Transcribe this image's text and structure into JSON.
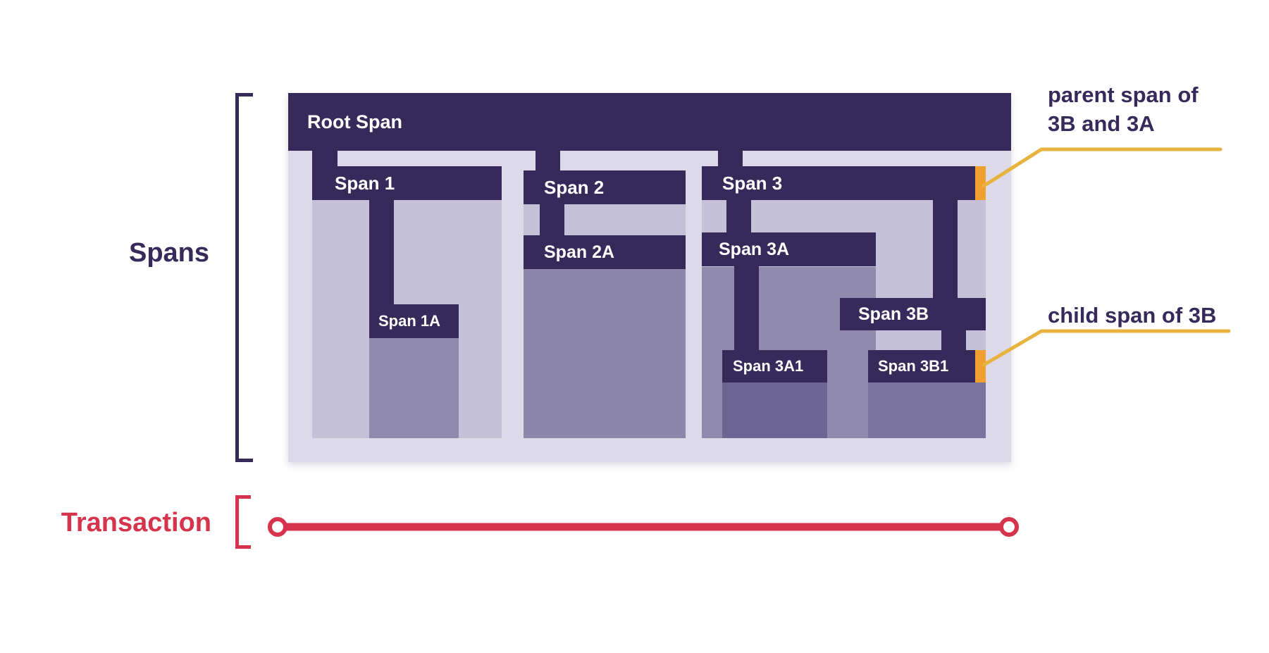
{
  "labels": {
    "root": "Root Span",
    "span1": "Span 1",
    "span1a": "Span 1A",
    "span2": "Span 2",
    "span2a": "Span 2A",
    "span3": "Span 3",
    "span3a": "Span 3A",
    "span3a1": "Span 3A1",
    "span3b": "Span 3B",
    "span3b1": "Span 3B1"
  },
  "side_labels": {
    "spans": "Spans",
    "transaction": "Transaction"
  },
  "annotations": {
    "parent": {
      "line1": "parent span of",
      "line2": "3B and 3A",
      "target": "Span 3"
    },
    "child": {
      "line1": "child span of 3B",
      "target": "Span 3B1"
    }
  },
  "colors": {
    "span_bar": "#352a5a",
    "container_bg": "#dcdae9",
    "body_light": "#c4c1d8",
    "body_medium": "#908aad",
    "body_dark": "#6c6593",
    "marker_orange": "#efa02f",
    "annotation_line_yellow": "#e7b33e",
    "transaction_red": "#d5344c",
    "text_navy": "#352a5a"
  }
}
